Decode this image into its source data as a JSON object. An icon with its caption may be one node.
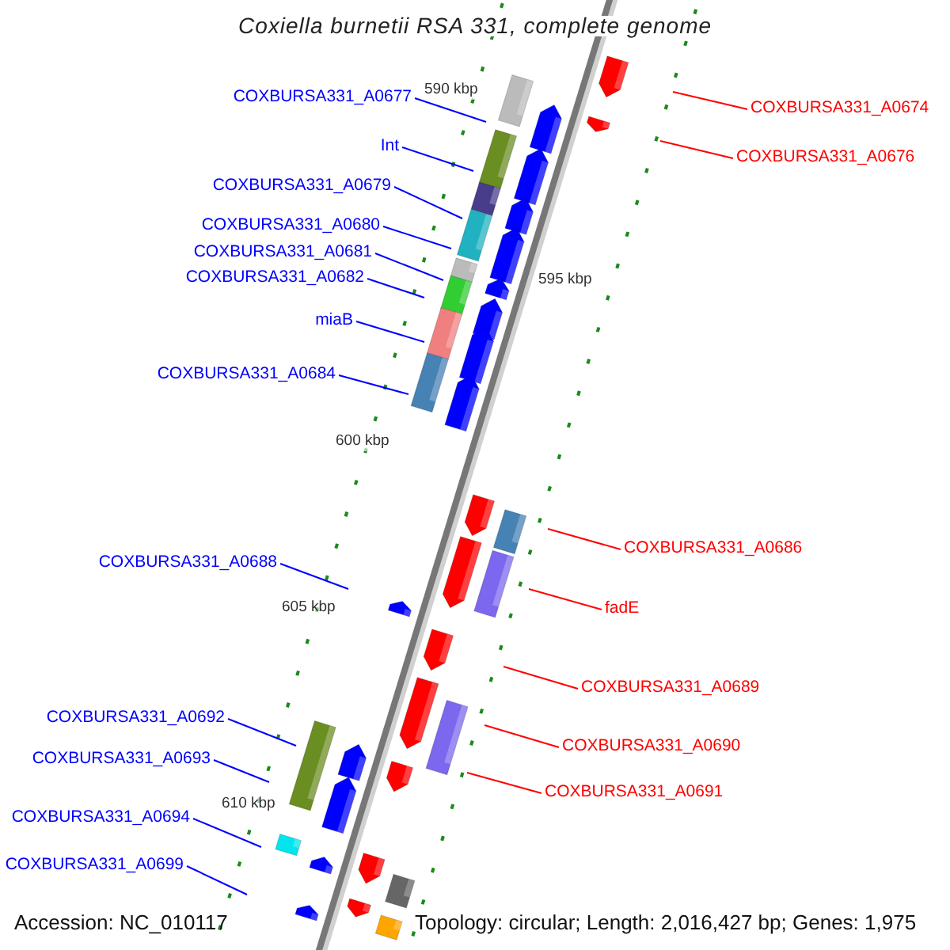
{
  "diagram": {
    "title": "Coxiella burnetii RSA 331, complete genome",
    "nodes": [
      {
        "text": [
          "COXBURSA331_A0677"
        ]
      },
      {
        "text": [
          "COXBURSA331_A0674"
        ]
      },
      {
        "text": [
          "Int"
        ]
      },
      {
        "text": [
          "COXBURSA331_A0676"
        ]
      },
      {
        "text": [
          "COXBURSA331_A0679"
        ]
      },
      {
        "text": [
          "COXBURSA331_A0680"
        ]
      },
      {
        "text": [
          "COXBURSA331_A0681"
        ]
      },
      {
        "text": [
          "COXBURSA331_A0682"
        ]
      },
      {
        "text": [
          "miaB"
        ]
      },
      {
        "text": [
          "COXBURSA331_A0684"
        ]
      },
      {
        "text": [
          "COXBURSA331_A0686"
        ]
      },
      {
        "text": [
          "COXBURSA331_A0688"
        ]
      },
      {
        "text": [
          "fadE"
        ]
      },
      {
        "text": [
          "COXBURSA331_A0689"
        ]
      },
      {
        "text": [
          "COXBURSA331_A0692"
        ]
      },
      {
        "text": [
          "COXBURSA331_A0690"
        ]
      },
      {
        "text": [
          "COXBURSA331_A0693"
        ]
      },
      {
        "text": [
          "COXBURSA331_A0691"
        ]
      },
      {
        "text": [
          "COXBURSA331_A0694"
        ]
      },
      {
        "text": [
          "COXBURSA331_A0699"
        ]
      }
    ],
    "edges": [
      {
        "from": 0,
        "to": null,
        "arrow": "none"
      },
      {
        "from": 1,
        "to": null,
        "arrow": "none",
        "color": "#ff0000"
      },
      {
        "from": 2,
        "to": null,
        "arrow": "none"
      },
      {
        "from": 3,
        "to": null,
        "arrow": "none",
        "color": "#ff0000"
      },
      {
        "from": 4,
        "to": null,
        "arrow": "none"
      },
      {
        "from": 5,
        "to": null,
        "arrow": "none"
      },
      {
        "from": 6,
        "to": null,
        "arrow": "none"
      },
      {
        "from": 7,
        "to": null,
        "arrow": "none"
      },
      {
        "from": 8,
        "to": null,
        "arrow": "none"
      },
      {
        "from": 9,
        "to": null,
        "arrow": "none"
      },
      {
        "from": 10,
        "to": null,
        "arrow": "none",
        "color": "#ff0000"
      },
      {
        "from": 11,
        "to": null,
        "arrow": "none"
      },
      {
        "from": 12,
        "to": null,
        "arrow": "none",
        "color": "#ff0000"
      },
      {
        "from": 13,
        "to": null,
        "arrow": "none",
        "color": "#ff0000"
      },
      {
        "from": 14,
        "to": null,
        "arrow": "none"
      },
      {
        "from": 15,
        "to": null,
        "arrow": "none",
        "color": "#ff0000"
      },
      {
        "from": 16,
        "to": null,
        "arrow": "none"
      },
      {
        "from": 17,
        "to": null,
        "arrow": "none",
        "color": "#ff0000"
      },
      {
        "from": 18,
        "to": null,
        "arrow": "none"
      },
      {
        "from": 19,
        "to": null,
        "arrow": "none"
      }
    ],
    "labels": [
      "590 kbp",
      "595 kbp",
      "600 kbp",
      "605 kbp",
      "610 kbp",
      "Accession: NC_010117",
      "Topology: circular; Length: 2,016,427 bp; Genes: 1,975"
    ]
  }
}
